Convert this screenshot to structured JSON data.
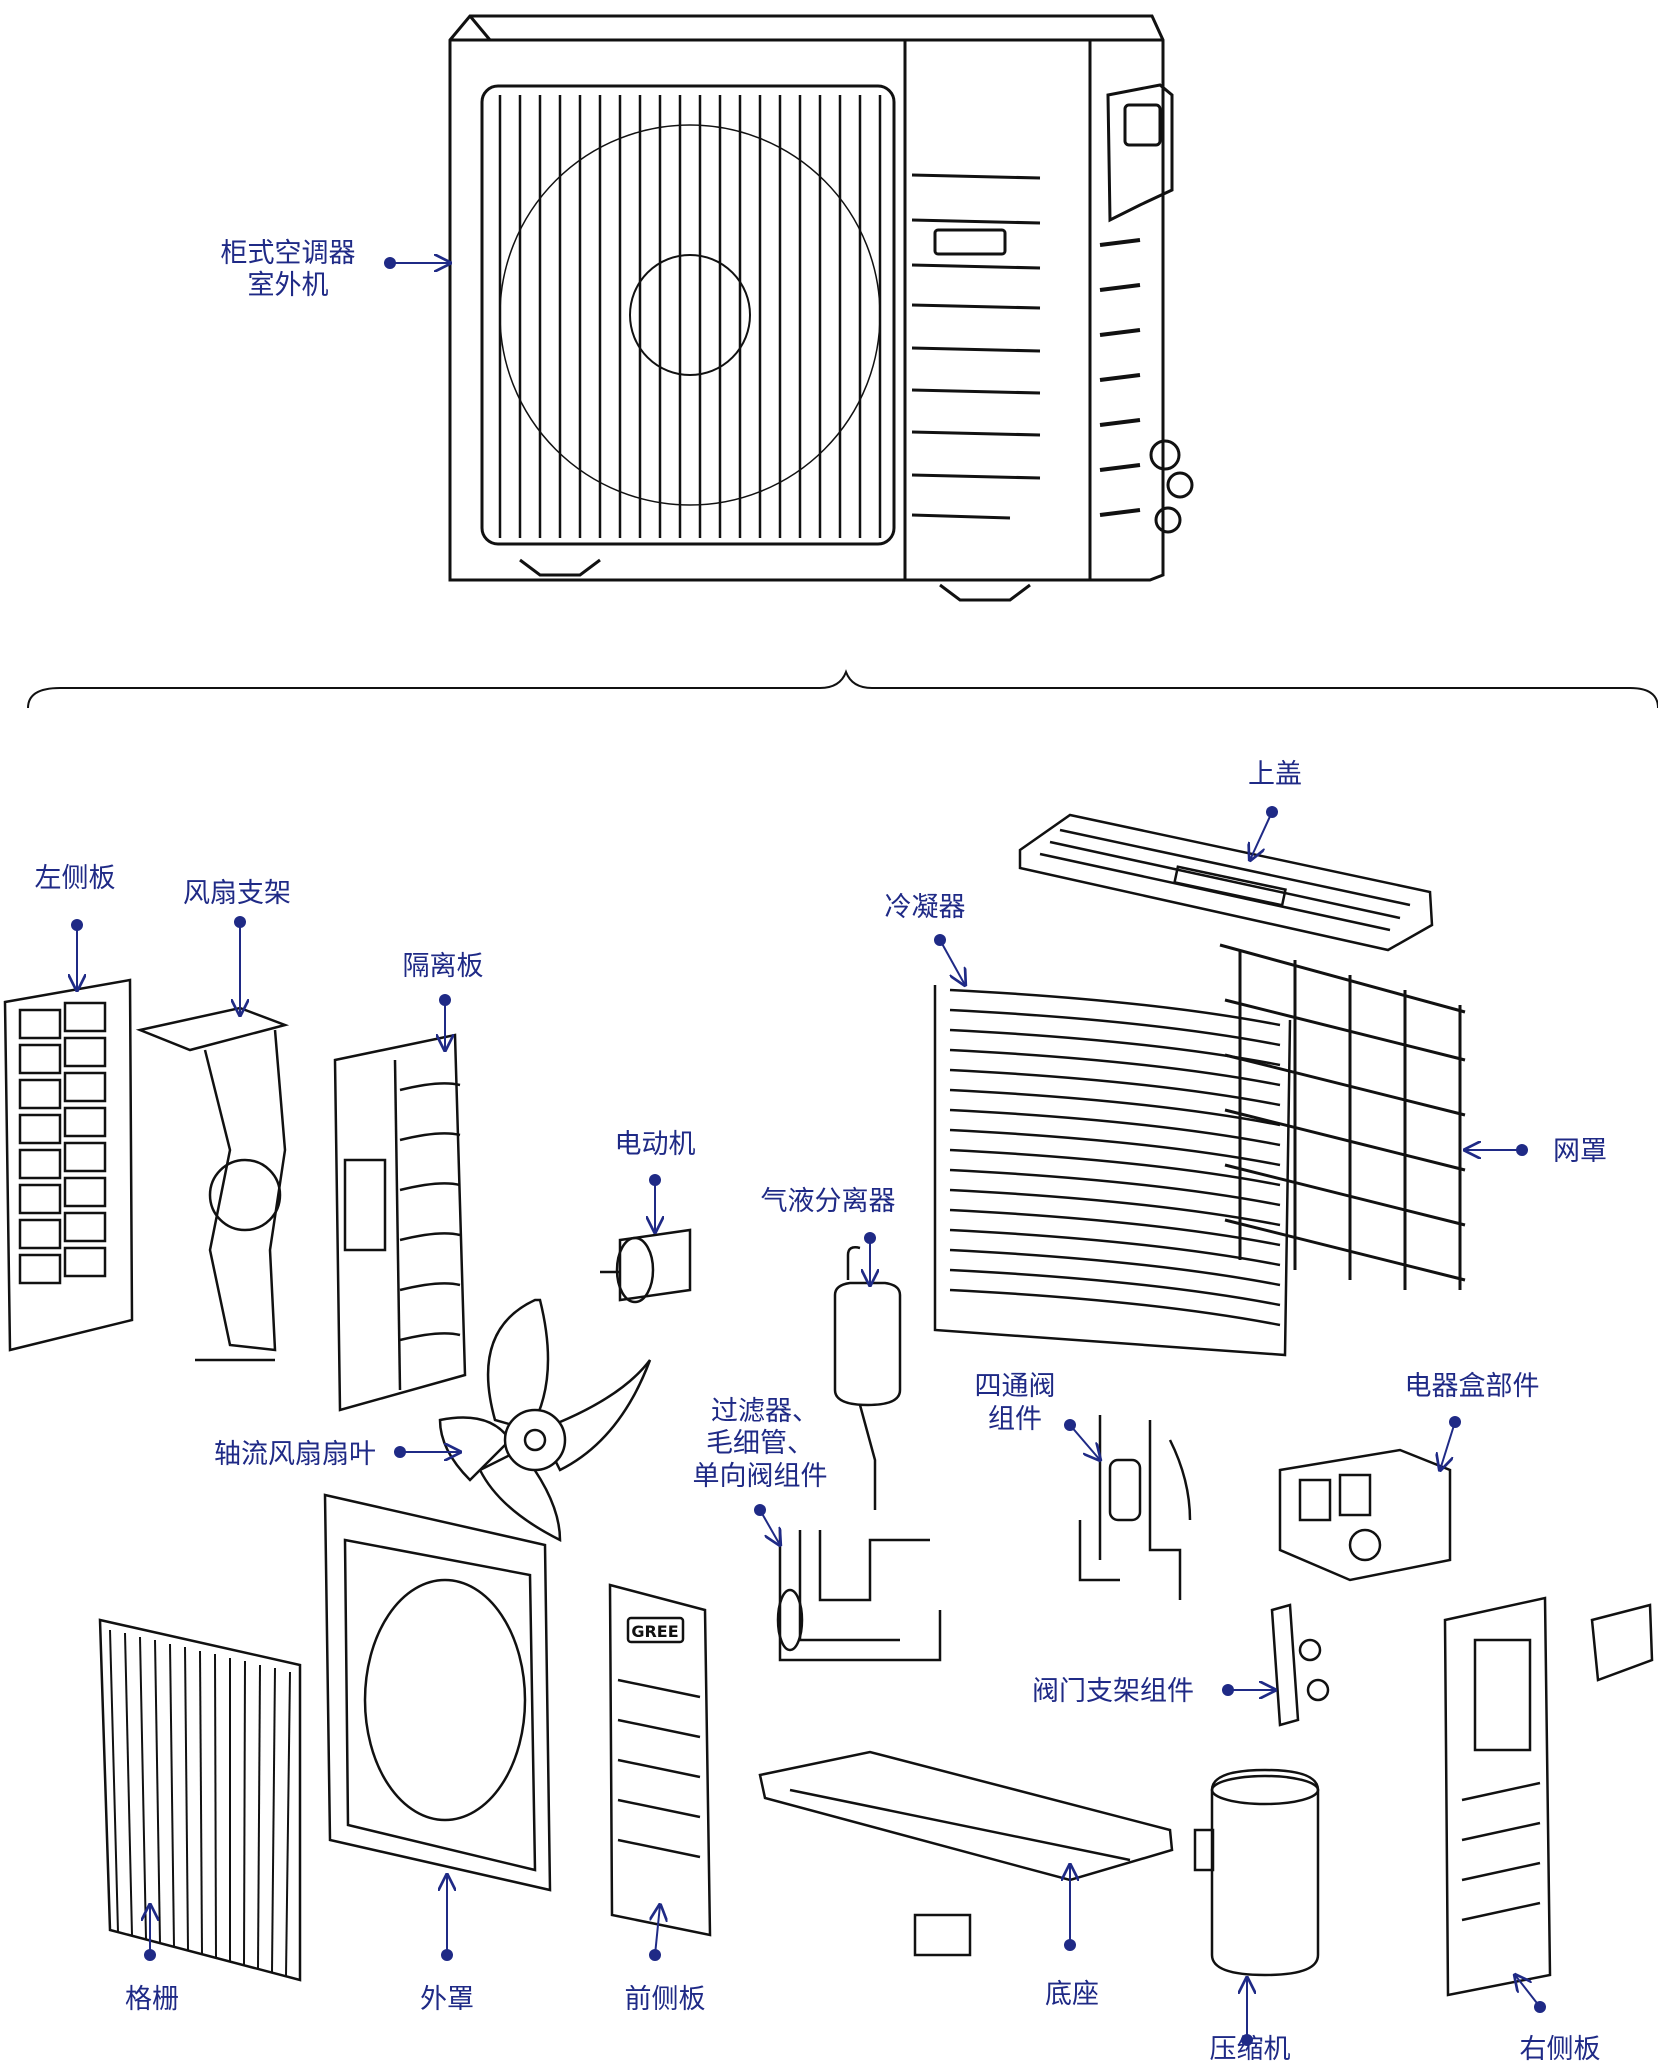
{
  "colors": {
    "label": "#1f2a86",
    "line": "#111111",
    "leader": "#1f2a86",
    "bg": "#ffffff"
  },
  "assembled_unit": {
    "label_line1": "柜式空调器",
    "label_line2": "室外机"
  },
  "parts": {
    "top_cover": "上盖",
    "condenser": "冷凝器",
    "left_side_panel": "左侧板",
    "fan_bracket": "风扇支架",
    "partition_plate": "隔离板",
    "motor": "电动机",
    "gas_liquid_separator": "气液分离器",
    "mesh_guard": "网罩",
    "four_way_valve_line1": "四通阀",
    "four_way_valve_line2": "组件",
    "electrical_box": "电器盒部件",
    "axial_fan_blade": "轴流风扇扇叶",
    "filter_line1": "过滤器、",
    "filter_line2": "毛细管、",
    "filter_line3": "单向阀组件",
    "valve_bracket": "阀门支架组件",
    "grille": "格栅",
    "outer_cover": "外罩",
    "front_side_panel": "前侧板",
    "base": "底座",
    "compressor": "压缩机",
    "right_side_panel": "右侧板"
  },
  "brand_logo": "GREE"
}
